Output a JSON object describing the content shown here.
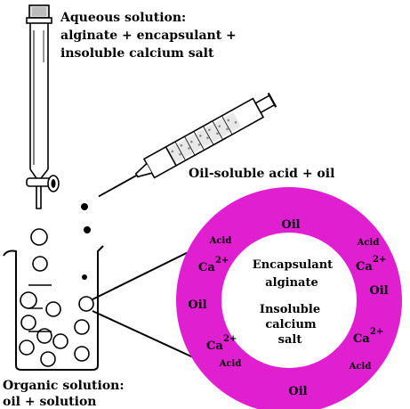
{
  "labels": {
    "aqueous": [
      "Aqueous solution:",
      "alginate + encapsulant +",
      "insoluble calcium salt"
    ],
    "syringe": "Oil-soluble acid + oil",
    "organic": [
      "Organic solution:",
      "oil + solution"
    ]
  },
  "ring": {
    "oil_top": "Oil",
    "oil_left": "Oil",
    "oil_right": "Oil",
    "oil_bottom": "Oil",
    "acid_tl": "Acid",
    "acid_tr": "Acid",
    "acid_bl": "Acid",
    "acid_br": "Acid",
    "ca": "Ca",
    "ca_charge": "2+",
    "ring_color": "#e020d0"
  },
  "core": [
    "Encapsulant",
    "alginate",
    "Insoluble",
    "calcium",
    "salt"
  ]
}
